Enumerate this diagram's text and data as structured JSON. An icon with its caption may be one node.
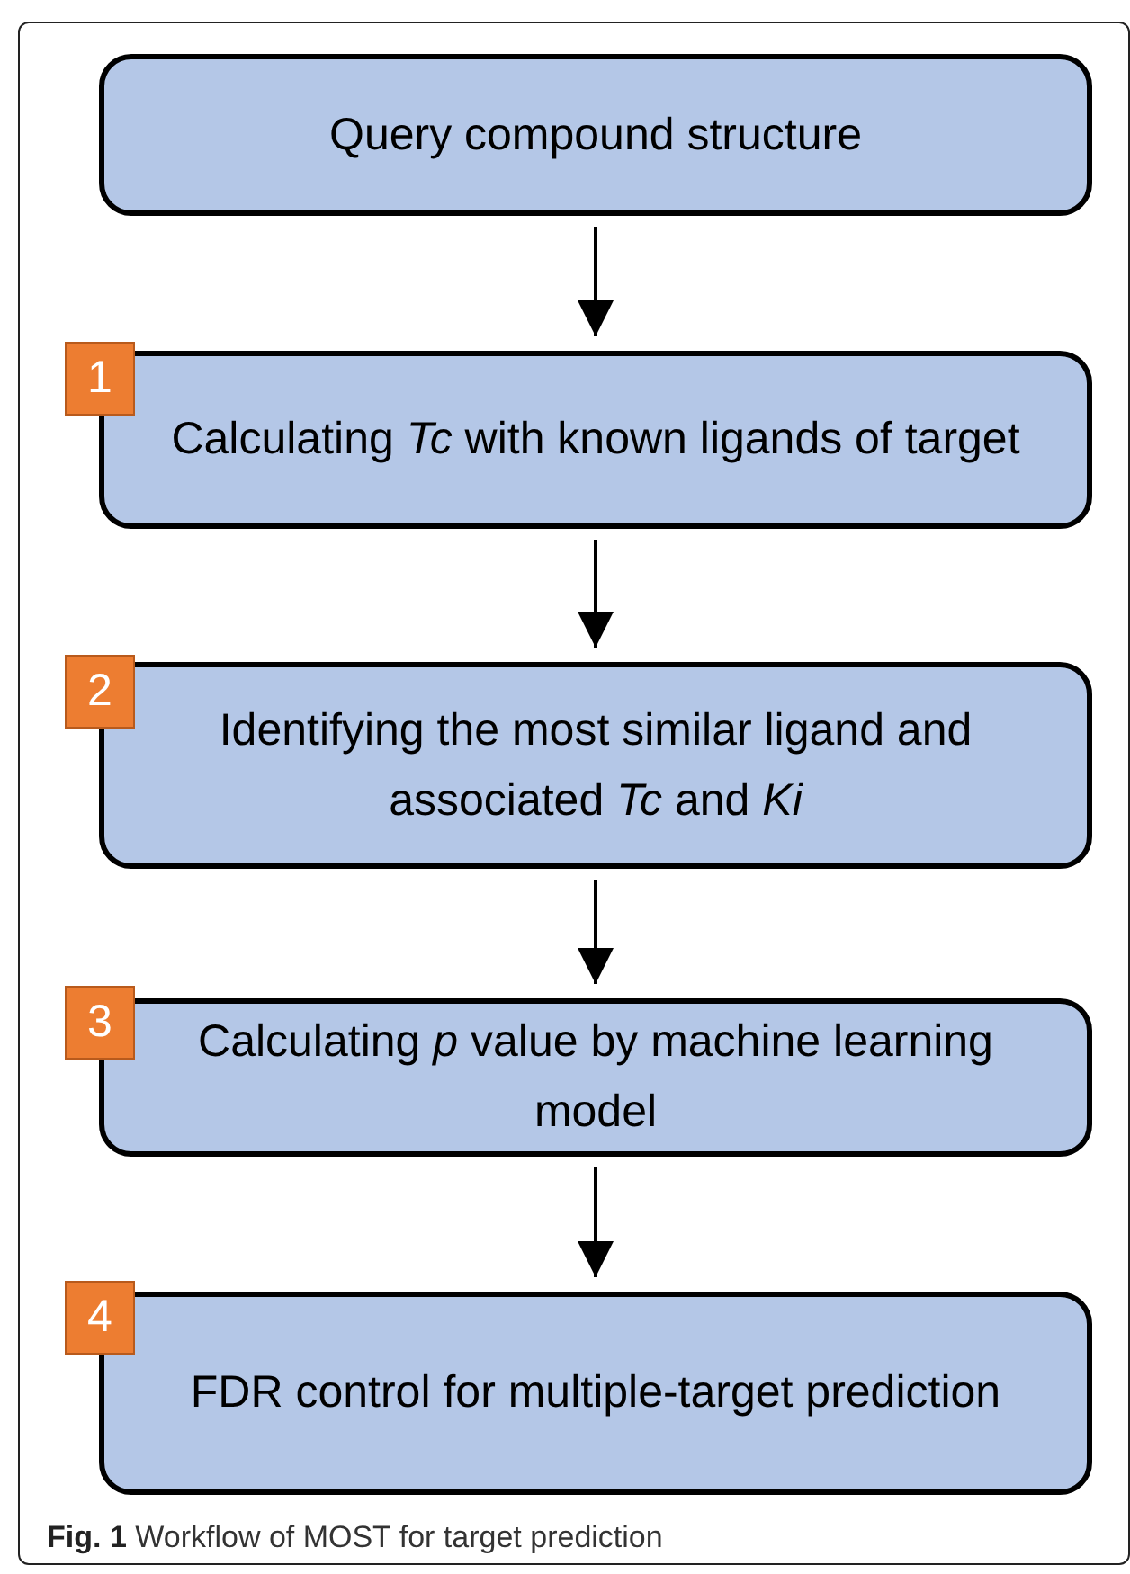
{
  "diagram": {
    "caption": "**Fig. 1** Workflow of MOST for target prediction",
    "nodes": [
      {
        "text": [
          "Query compound structure"
        ]
      },
      {
        "text": [
          "Calculating *Tc* with known ligands of target"
        ]
      },
      {
        "text": [
          "Identifying the most similar ligand and associated *Tc* and *Ki*"
        ]
      },
      {
        "text": [
          "Calculating *p* value by machine learning model"
        ]
      },
      {
        "text": [
          "FDR control for multiple-target prediction"
        ]
      }
    ],
    "edges": [
      {
        "from": 0,
        "to": 1,
        "arrow": "to"
      },
      {
        "from": 1,
        "to": 2,
        "arrow": "to"
      },
      {
        "from": 2,
        "to": 3,
        "arrow": "to"
      },
      {
        "from": 3,
        "to": 4,
        "arrow": "to"
      }
    ],
    "labels": [
      "1",
      "2",
      "3",
      "4"
    ]
  }
}
